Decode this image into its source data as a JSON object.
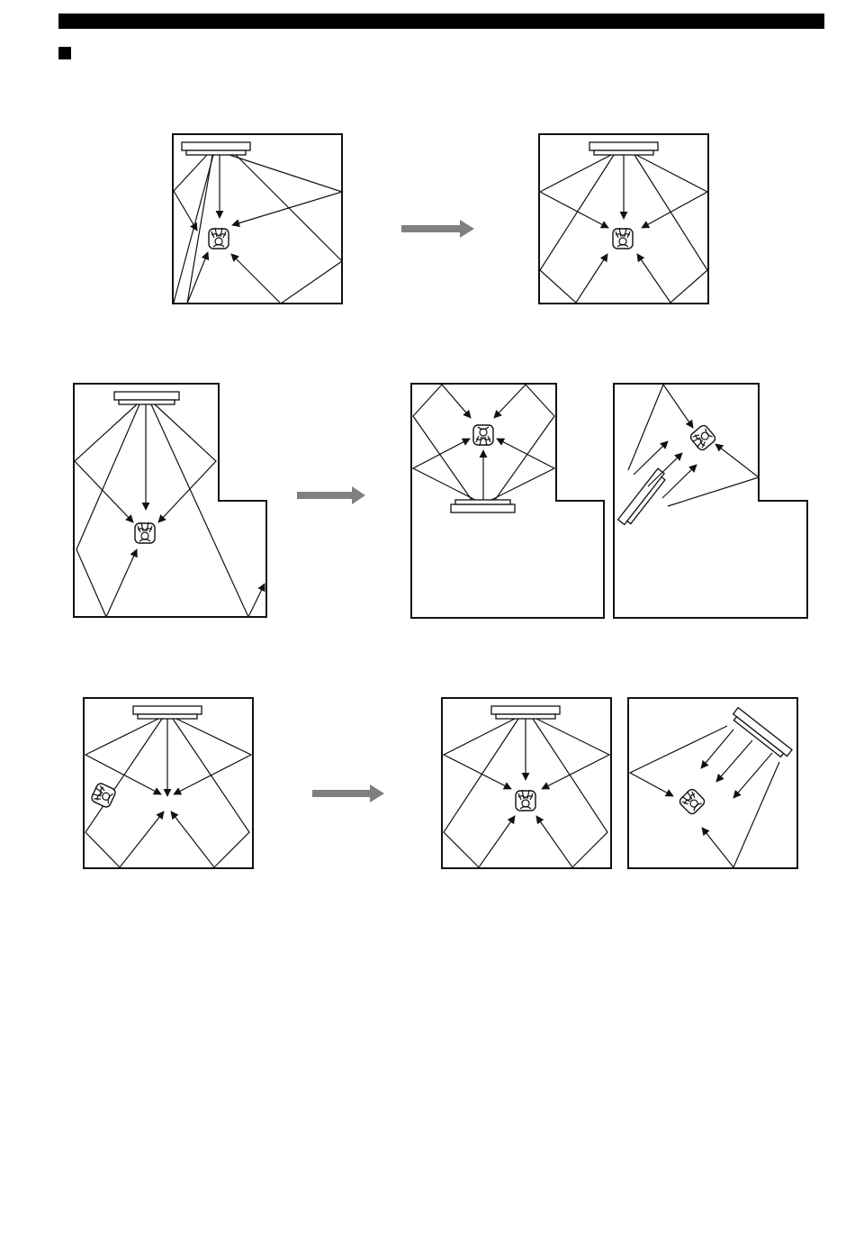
{
  "page": {
    "header_rule_color": "#000000",
    "section_marker_color": "#000000"
  },
  "figures": [
    {
      "id": "row-1",
      "description_visible_text": "",
      "before": {
        "panel": "1a",
        "icon": "room-square"
      },
      "after": [
        {
          "panel": "1b",
          "icon": "room-square"
        }
      ]
    },
    {
      "id": "row-2",
      "description_visible_text": "",
      "before": {
        "panel": "2a",
        "icon": "room-l-shaped"
      },
      "after": [
        {
          "panel": "2b",
          "icon": "room-l-shaped"
        },
        {
          "panel": "2c",
          "icon": "room-l-shaped"
        }
      ]
    },
    {
      "id": "row-3",
      "description_visible_text": "",
      "before": {
        "panel": "3a",
        "icon": "room-square"
      },
      "after": [
        {
          "panel": "3b",
          "icon": "room-square"
        },
        {
          "panel": "3c",
          "icon": "room-square"
        }
      ]
    }
  ],
  "icons": {
    "speaker": "speaker-bar-icon",
    "listener": "listener-icon",
    "flow": "right-arrow-icon"
  },
  "colors": {
    "line": "#111111",
    "flow_arrow": "#808080",
    "background": "#ffffff"
  }
}
